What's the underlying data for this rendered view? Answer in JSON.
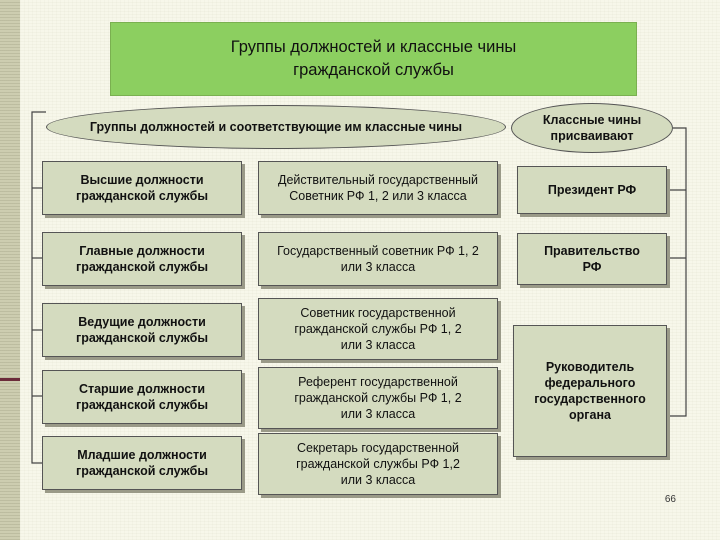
{
  "title": {
    "line1": "Группы должностей и классные чины",
    "line2": "гражданской службы"
  },
  "header_left": "Группы должностей и соответствующие им классные чины",
  "header_right": {
    "line1": "Классные чины",
    "line2": "присваивают"
  },
  "rows": [
    {
      "group": {
        "line1": "Высшие должности",
        "line2": "гражданской службы"
      },
      "rank": {
        "line1": "Действительный государственный",
        "line2": "Советник РФ 1, 2 или 3 класса",
        "line3": ""
      }
    },
    {
      "group": {
        "line1": "Главные должности",
        "line2": "гражданской службы"
      },
      "rank": {
        "line1": "Государственный советник РФ 1, 2",
        "line2": "или 3 класса",
        "line3": ""
      }
    },
    {
      "group": {
        "line1": "Ведущие должности",
        "line2": "гражданской службы"
      },
      "rank": {
        "line1": "Советник государственной",
        "line2": "гражданской службы РФ 1, 2",
        "line3": "или 3 класса"
      }
    },
    {
      "group": {
        "line1": "Старшие должности",
        "line2": "гражданской службы"
      },
      "rank": {
        "line1": "Референт государственной",
        "line2": "гражданской службы РФ 1, 2",
        "line3": "или 3 класса"
      }
    },
    {
      "group": {
        "line1": "Младшие должности",
        "line2": "гражданской службы"
      },
      "rank": {
        "line1": "Секретарь государственной",
        "line2": "гражданской службы РФ 1,2",
        "line3": "или 3 класса"
      }
    }
  ],
  "authorities": [
    {
      "line1": "Президент РФ",
      "line2": "",
      "line3": "",
      "line4": ""
    },
    {
      "line1": "Правительство",
      "line2": "РФ",
      "line3": "",
      "line4": ""
    },
    {
      "line1": "Руководитель",
      "line2": "федерального",
      "line3": "государственного",
      "line4": "органа"
    }
  ],
  "page_number": "66",
  "colors": {
    "title_fill": "#8ccf60",
    "box_fill": "#d4dbbf",
    "background": "#f7f7ea",
    "accent": "#6b2b3a"
  }
}
